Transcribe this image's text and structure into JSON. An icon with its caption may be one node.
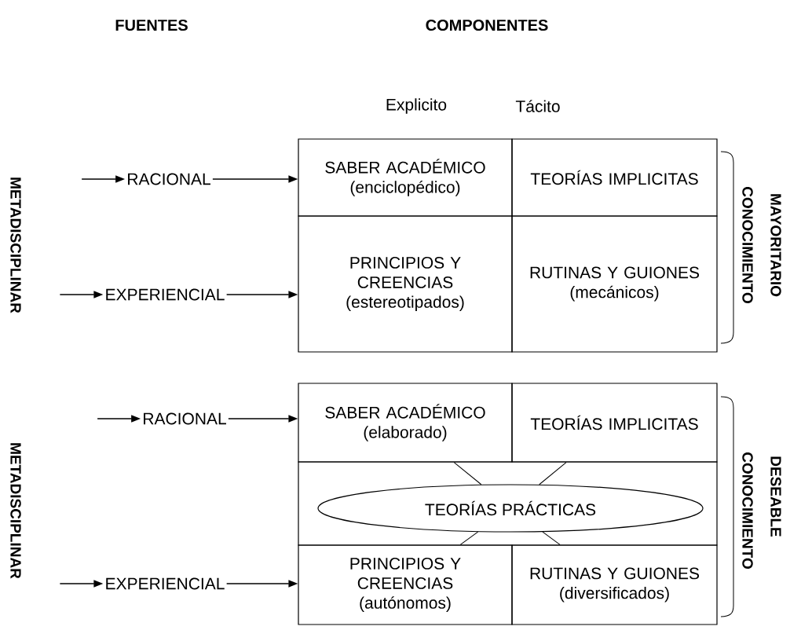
{
  "diagram": {
    "nodes": [
      {
        "text": [
          "RACIONAL"
        ]
      },
      {
        "text": [
          "EXPERIENCIAL"
        ]
      },
      {
        "text": [
          "SABER ACADÉMICO",
          "(enciclopédico)"
        ]
      },
      {
        "text": [
          "TEORÍAS IMPLICITAS"
        ]
      },
      {
        "text": [
          "PRINCIPIOS Y CREENCIAS",
          "(estereotipados)"
        ]
      },
      {
        "text": [
          "RUTINAS Y GUIONES",
          "(mecánicos)"
        ]
      },
      {
        "text": [
          "RACIONAL"
        ]
      },
      {
        "text": [
          "EXPERIENCIAL"
        ]
      },
      {
        "text": [
          "SABER ACADÉMICO",
          "(elaborado)"
        ]
      },
      {
        "text": [
          "TEORÍAS IMPLICITAS"
        ]
      },
      {
        "text": [
          "TEORÍAS PRÁCTICAS"
        ]
      },
      {
        "text": [
          "PRINCIPIOS Y CREENCIAS",
          "(autónomos)"
        ]
      },
      {
        "text": [
          "RUTINAS Y GUIONES",
          "(diversificados)"
        ]
      }
    ],
    "edges": [
      {
        "from": null,
        "to": 0,
        "arrow": "to"
      },
      {
        "from": 0,
        "to": 2,
        "arrow": "to"
      },
      {
        "from": null,
        "to": 1,
        "arrow": "to"
      },
      {
        "from": 1,
        "to": 4,
        "arrow": "to"
      },
      {
        "from": null,
        "to": 6,
        "arrow": "to"
      },
      {
        "from": 6,
        "to": 8,
        "arrow": "to"
      },
      {
        "from": null,
        "to": 7,
        "arrow": "to"
      },
      {
        "from": 7,
        "to": 11,
        "arrow": "to"
      },
      {
        "from": 10,
        "to": 8,
        "arrow": "none"
      },
      {
        "from": 10,
        "to": 9,
        "arrow": "none"
      },
      {
        "from": 10,
        "to": 11,
        "arrow": "none"
      },
      {
        "from": 10,
        "to": 12,
        "arrow": "none"
      }
    ],
    "labels": [
      "FUENTES",
      "COMPONENTES",
      "Explicito",
      "Tácito",
      "METADISCIPLINAR",
      "CONOCIMIENTO",
      "MAYORITARIO",
      "METADISCIPLINAR",
      "CONOCIMIENTO",
      "DESEABLE"
    ]
  }
}
